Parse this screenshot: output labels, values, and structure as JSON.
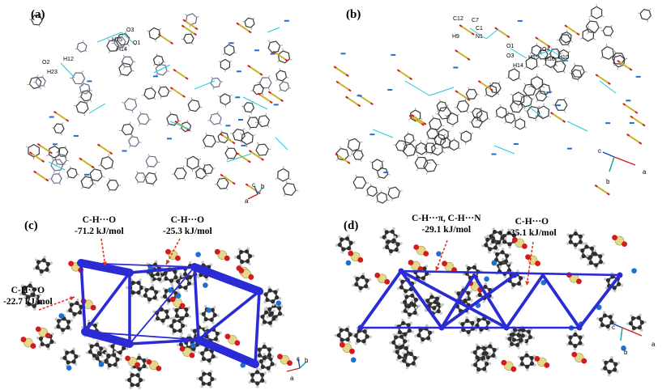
{
  "panels": {
    "a": {
      "label": "(a)",
      "atoms": {
        "o3": "O3",
        "h15": "H15",
        "o1": "O1",
        "h14": "H14",
        "h12": "H12",
        "o2": "O2",
        "h23": "H23"
      },
      "axes": {
        "c": "c",
        "b": "b",
        "a": "a"
      }
    },
    "b": {
      "label": "(b)",
      "atoms": {
        "c12": "C12",
        "c7": "C7",
        "c1": "C1",
        "h9": "H9",
        "n1": "N1",
        "o1": "O1",
        "o3": "O3",
        "h14": "H14",
        "h15": "H15",
        "o4": "O4",
        "h16": "H16",
        "h10": "H10"
      },
      "axes": {
        "c": "c",
        "b": "b",
        "a": "a"
      }
    },
    "c": {
      "label": "(c)",
      "annotations": [
        {
          "type": "C-H···O",
          "energy": "-71.2 kJ/mol"
        },
        {
          "type": "C-H···O",
          "energy": "-25.3 kJ/mol"
        },
        {
          "type": "C-H···O",
          "energy": "-22.7 kJ/mol"
        }
      ],
      "axes": {
        "c": "c",
        "b": "b",
        "a": "a"
      }
    },
    "d": {
      "label": "(d)",
      "annotations": [
        {
          "type": "C-H···π, C-H···N",
          "energy": "-29.1 kJ/mol"
        },
        {
          "type": "C-H···O",
          "energy": "-35.1 kJ/mol"
        }
      ],
      "axes": {
        "c": "c",
        "b": "b",
        "a": "a"
      }
    }
  },
  "colors": {
    "carbon": "#3a3a3a",
    "hydrogen": "#9a9a9a",
    "oxygen": "#d41a1a",
    "nitrogen": "#1f6fd0",
    "sulfur": "#e4d88c",
    "sulfur_stick": "#c9b22c",
    "hbond": "#22c8d8",
    "energy_frame": "#2b2bd6",
    "arrow": "#e0341f"
  }
}
